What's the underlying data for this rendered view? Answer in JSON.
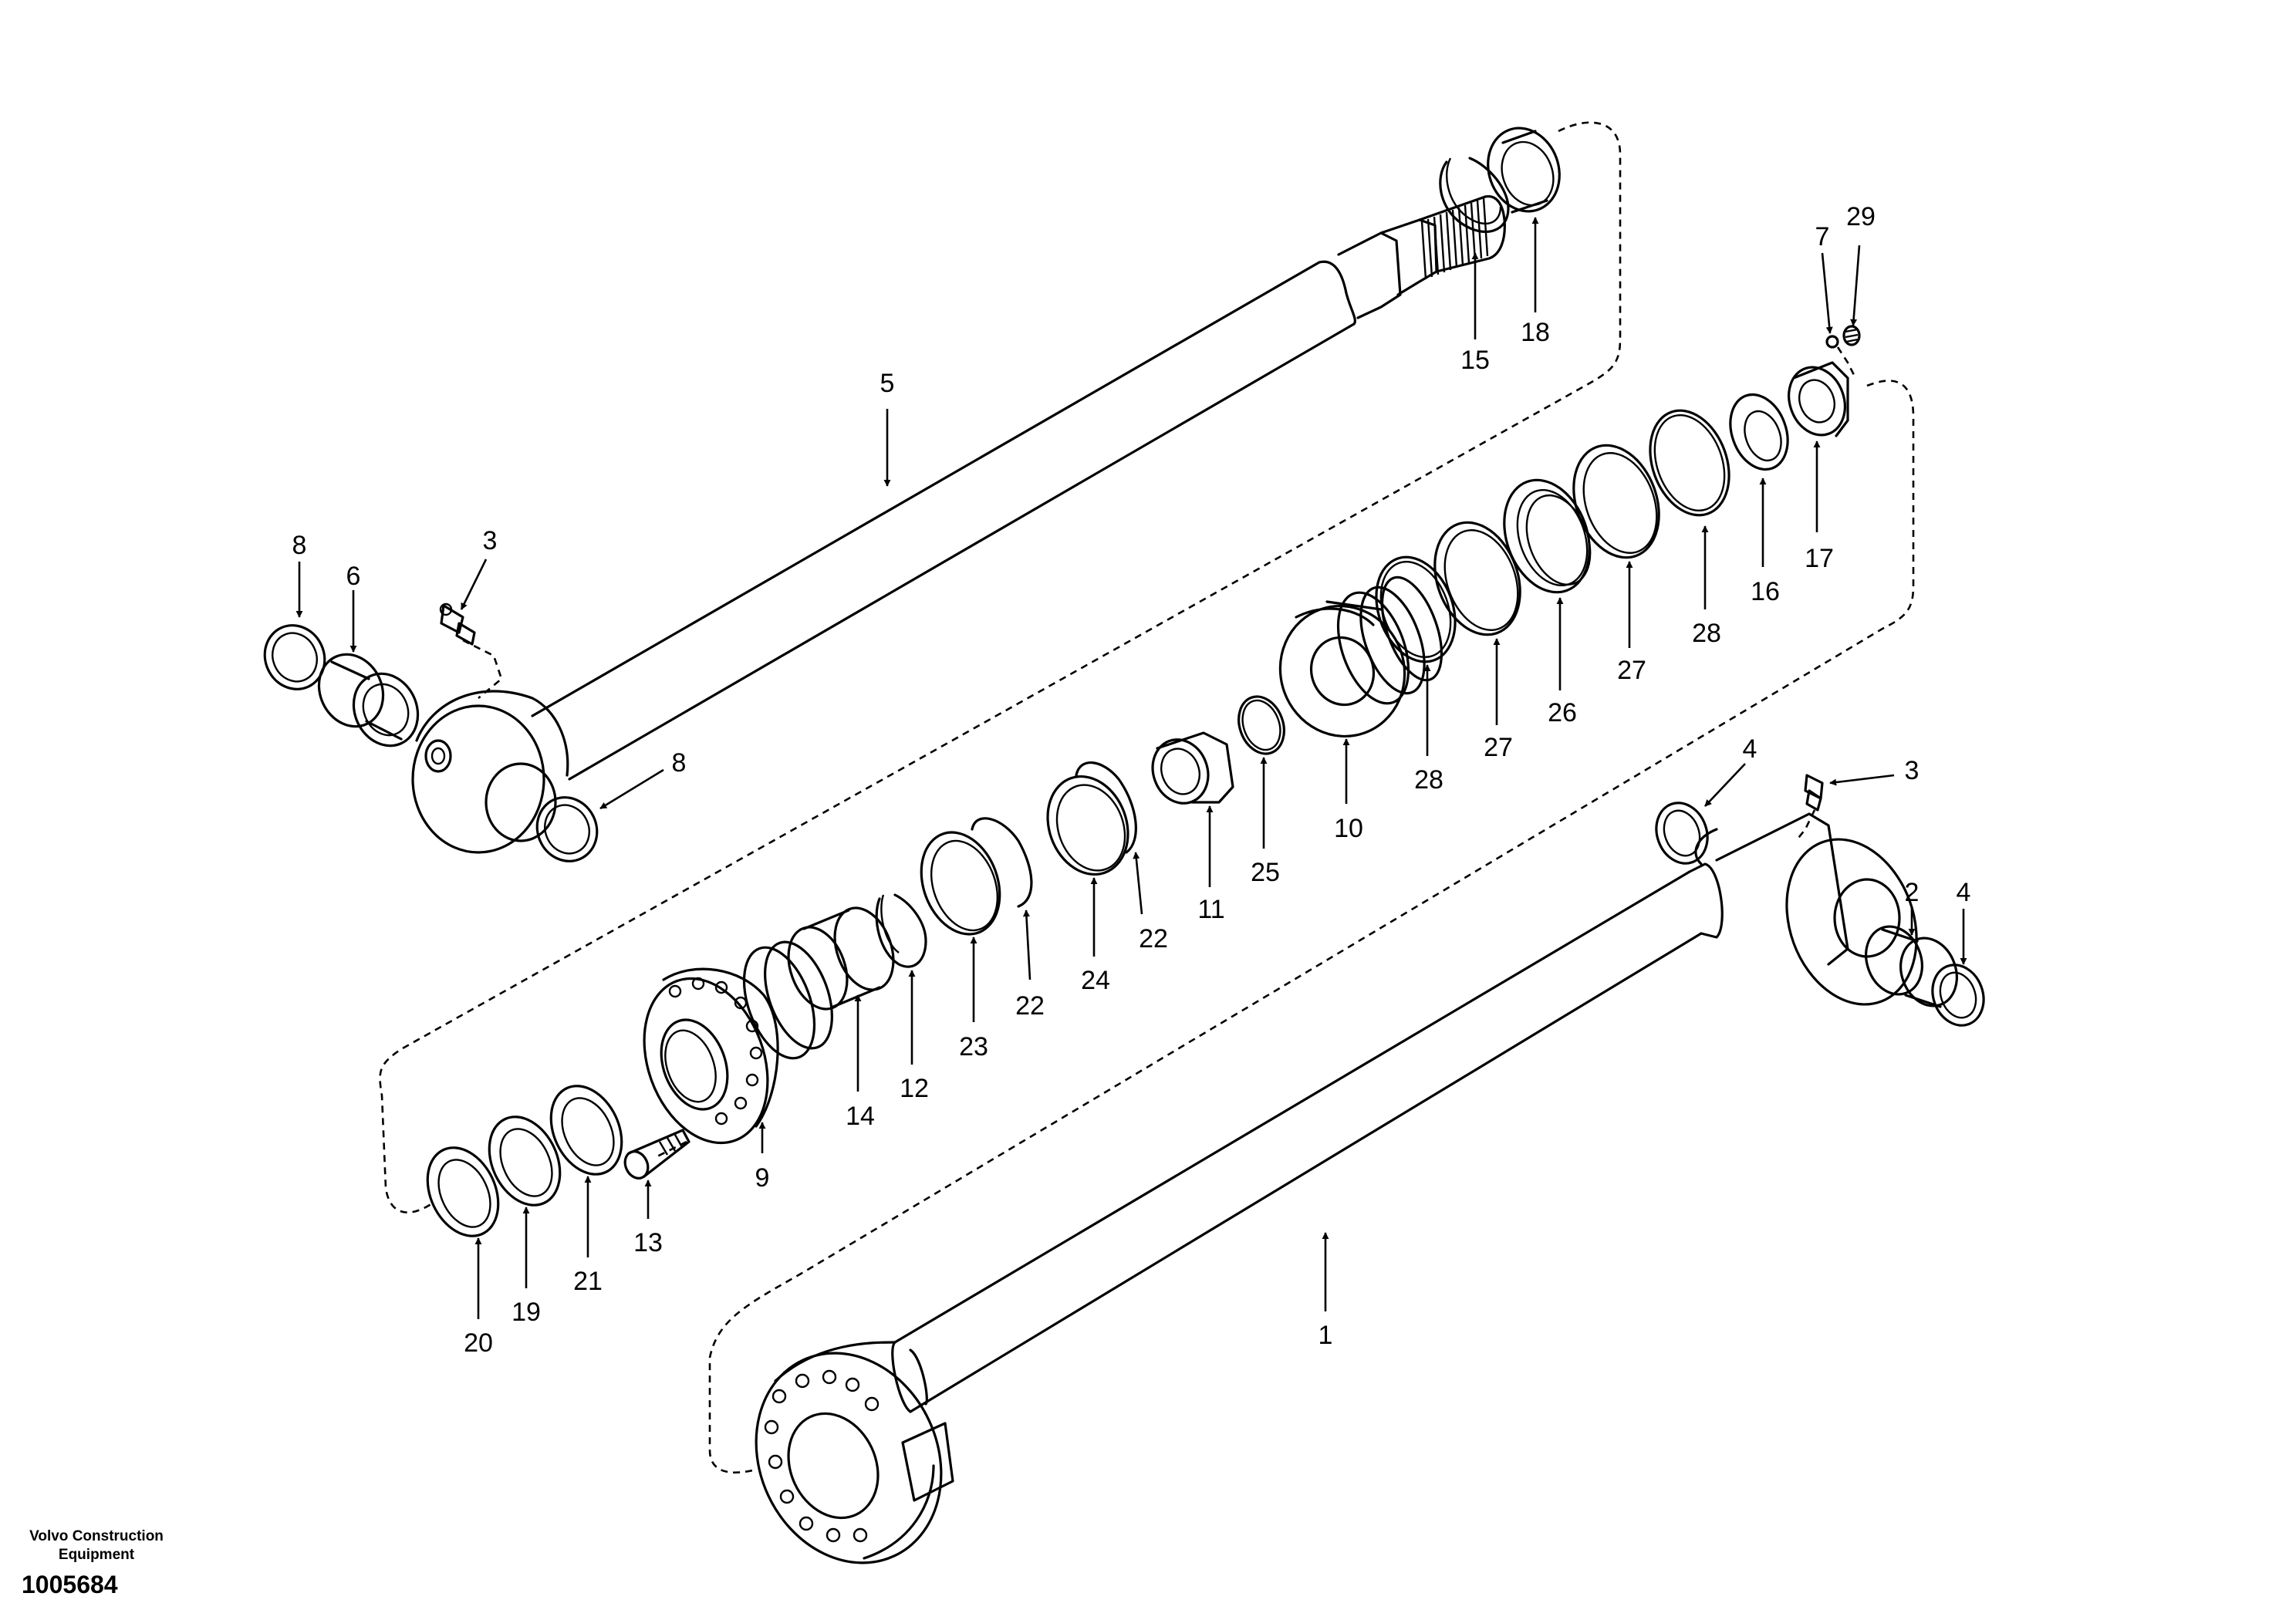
{
  "diagram": {
    "callouts": [
      {
        "id": "c5",
        "label": "5"
      },
      {
        "id": "c15",
        "label": "15"
      },
      {
        "id": "c18",
        "label": "18"
      },
      {
        "id": "c7",
        "label": "7"
      },
      {
        "id": "c29",
        "label": "29"
      },
      {
        "id": "c8a",
        "label": "8"
      },
      {
        "id": "c6",
        "label": "6"
      },
      {
        "id": "c3a",
        "label": "3"
      },
      {
        "id": "c8b",
        "label": "8"
      },
      {
        "id": "c17",
        "label": "17"
      },
      {
        "id": "c16",
        "label": "16"
      },
      {
        "id": "c28a",
        "label": "28"
      },
      {
        "id": "c27a",
        "label": "27"
      },
      {
        "id": "c26",
        "label": "26"
      },
      {
        "id": "c27b",
        "label": "27"
      },
      {
        "id": "c28b",
        "label": "28"
      },
      {
        "id": "c10",
        "label": "10"
      },
      {
        "id": "c25",
        "label": "25"
      },
      {
        "id": "c11",
        "label": "11"
      },
      {
        "id": "c22a",
        "label": "22"
      },
      {
        "id": "c24",
        "label": "24"
      },
      {
        "id": "c22b",
        "label": "22"
      },
      {
        "id": "c23",
        "label": "23"
      },
      {
        "id": "c12",
        "label": "12"
      },
      {
        "id": "c14",
        "label": "14"
      },
      {
        "id": "c9",
        "label": "9"
      },
      {
        "id": "c13",
        "label": "13"
      },
      {
        "id": "c21",
        "label": "21"
      },
      {
        "id": "c19",
        "label": "19"
      },
      {
        "id": "c20",
        "label": "20"
      },
      {
        "id": "c4a",
        "label": "4"
      },
      {
        "id": "c3b",
        "label": "3"
      },
      {
        "id": "c2",
        "label": "2"
      },
      {
        "id": "c4b",
        "label": "4"
      },
      {
        "id": "c1",
        "label": "1"
      }
    ]
  },
  "footer": {
    "company_line1": "Volvo Construction",
    "company_line2": "Equipment",
    "drawing_number": "1005684"
  }
}
